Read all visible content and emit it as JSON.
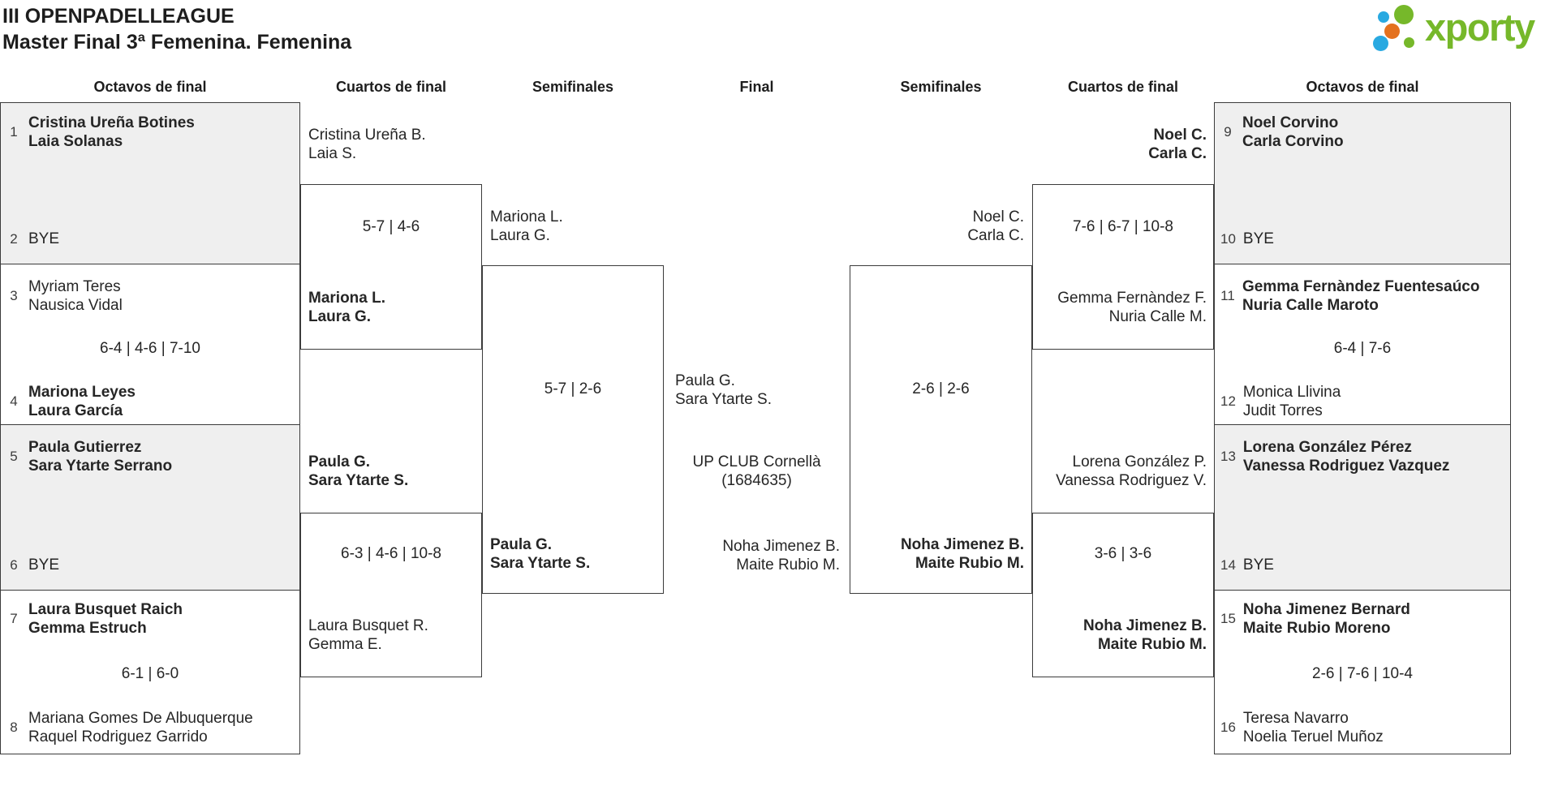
{
  "title": {
    "line1": "III OPENPADELLEAGUE",
    "line2": "Master Final 3ª Femenina. Femenina"
  },
  "logo": {
    "wordmark": "xporty"
  },
  "colors": {
    "brand_green": "#76b82a",
    "brand_blue": "#29a9e1",
    "brand_orange": "#e4711e",
    "box_gray": "#efefef",
    "border": "#3b3b3b"
  },
  "round_headers": {
    "r1": "Octavos de final",
    "r2": "Cuartos de final",
    "r3": "Semifinales",
    "r4": "Final",
    "r5": "Semifinales",
    "r6": "Cuartos de final",
    "r7": "Octavos de final"
  },
  "octavos_left": {
    "t1": {
      "seed": "1",
      "l1": "Cristina Ureña Botines",
      "l2": "Laia Solanas"
    },
    "t2": {
      "seed": "2",
      "l1": "BYE"
    },
    "t3": {
      "seed": "3",
      "l1": "Myriam Teres",
      "l2": "Nausica Vidal"
    },
    "t4": {
      "seed": "4",
      "l1": "Mariona Leyes",
      "l2": "Laura García"
    },
    "t5": {
      "seed": "5",
      "l1": "Paula Gutierrez",
      "l2": "Sara Ytarte Serrano"
    },
    "t6": {
      "seed": "6",
      "l1": "BYE"
    },
    "t7": {
      "seed": "7",
      "l1": "Laura Busquet Raich",
      "l2": "Gemma Estruch"
    },
    "t8": {
      "seed": "8",
      "l1": "Mariana Gomes De Albuquerque",
      "l2": "Raquel Rodriguez Garrido"
    },
    "score_m2": "6-4 | 4-6 | 7-10",
    "score_m4": "6-1 | 6-0"
  },
  "cuartos_left": {
    "team_a": {
      "l1": "Cristina Ureña B.",
      "l2": "Laia S."
    },
    "score_m1": "5-7 | 4-6",
    "winner_m1": {
      "l1": "Mariona L.",
      "l2": "Laura G."
    },
    "winner_m2": {
      "l1": "Paula G.",
      "l2": "Sara Ytarte S."
    },
    "score_m2": "6-3 | 4-6 | 10-8",
    "team_b": {
      "l1": "Laura Busquet R.",
      "l2": "Gemma E."
    }
  },
  "semis_left": {
    "team_a": {
      "l1": "Mariona L.",
      "l2": "Laura G."
    },
    "score": "5-7 | 2-6",
    "winner": {
      "l1": "Paula G.",
      "l2": "Sara Ytarte S."
    }
  },
  "final": {
    "finalist_left": {
      "l1": "Paula G.",
      "l2": "Sara Ytarte S."
    },
    "venue_l1": "UP CLUB Cornellà",
    "venue_l2": "(1684635)",
    "finalist_right": {
      "l1": "Noha Jimenez B.",
      "l2": "Maite Rubio M."
    }
  },
  "semis_right": {
    "team_a": {
      "l1": "Noel C.",
      "l2": "Carla C."
    },
    "score": "2-6 | 2-6",
    "winner": {
      "l1": "Noha Jimenez B.",
      "l2": "Maite Rubio M."
    }
  },
  "cuartos_right": {
    "winner_m1": {
      "l1": "Noel C.",
      "l2": "Carla C."
    },
    "score_m1": "7-6 | 6-7 | 10-8",
    "team_a": {
      "l1": "Gemma Fernàndez F.",
      "l2": "Nuria Calle M."
    },
    "team_b": {
      "l1": "Lorena González P.",
      "l2": "Vanessa Rodriguez V."
    },
    "score_m2": "3-6 | 3-6",
    "winner_m2": {
      "l1": "Noha Jimenez B.",
      "l2": "Maite Rubio M."
    }
  },
  "octavos_right": {
    "t9": {
      "seed": "9",
      "l1": "Noel Corvino",
      "l2": "Carla Corvino"
    },
    "t10": {
      "seed": "10",
      "l1": "BYE"
    },
    "t11": {
      "seed": "11",
      "l1": "Gemma Fernàndez Fuentesaúco",
      "l2": "Nuria Calle Maroto"
    },
    "t12": {
      "seed": "12",
      "l1": "Monica Llivina",
      "l2": "Judit Torres"
    },
    "t13": {
      "seed": "13",
      "l1": "Lorena González Pérez",
      "l2": "Vanessa Rodriguez Vazquez"
    },
    "t14": {
      "seed": "14",
      "l1": "BYE"
    },
    "t15": {
      "seed": "15",
      "l1": "Noha Jimenez Bernard",
      "l2": "Maite Rubio Moreno"
    },
    "t16": {
      "seed": "16",
      "l1": "Teresa Navarro",
      "l2": "Noelia Teruel Muñoz"
    },
    "score_m2": "6-4 | 7-6",
    "score_m4": "2-6 | 7-6 | 10-4"
  }
}
